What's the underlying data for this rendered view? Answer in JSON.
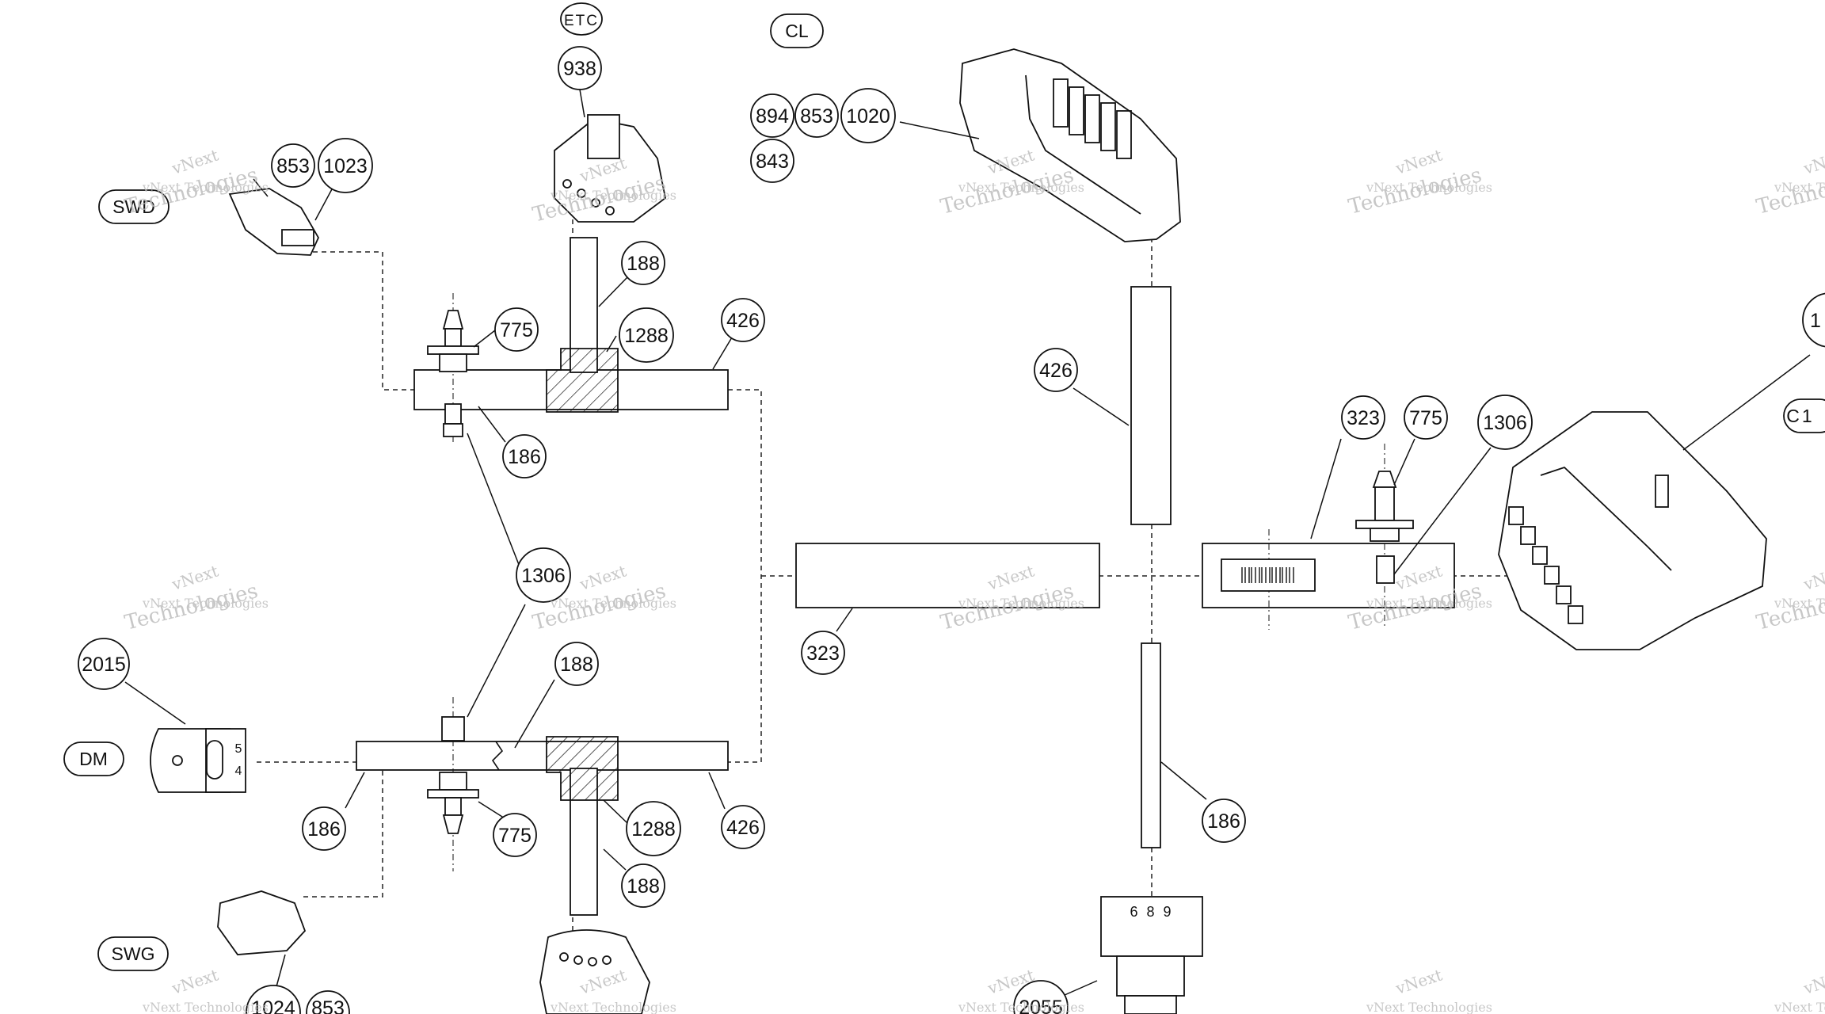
{
  "watermark": {
    "line1": "vNext",
    "line2": "vNext Technologies",
    "line3": "Technologies"
  },
  "tags": {
    "etc": "ETC",
    "cl": "CL",
    "swd": "SWD",
    "dm": "DM",
    "c1": "C1",
    "swg": "SWG"
  },
  "callouts": {
    "p938": "938",
    "p853_swd": "853",
    "p1023": "1023",
    "p894": "894",
    "p853_cl": "853",
    "p1020": "1020",
    "p843": "843",
    "p188_top": "188",
    "p775_top": "775",
    "p1288_top": "1288",
    "p426_top": "426",
    "p186_top": "186",
    "p426_vert": "426",
    "p323_right": "323",
    "p775_right": "775",
    "p1306_right": "1306",
    "p1_edge": "1",
    "p1306_mid": "1306",
    "p2015": "2015",
    "p188_mid": "188",
    "p323_mid": "323",
    "p186_bottom": "186",
    "p775_bottom": "775",
    "p1288_bottom": "1288",
    "p426_bottom": "426",
    "p188_bottom": "188",
    "p186_vert": "186",
    "p2055": "2055",
    "p1024": "1024",
    "p853_swg": "853"
  },
  "connector_labels": {
    "dm_pins": [
      "5",
      "4"
    ],
    "bottom_pins": "6 8 9"
  }
}
